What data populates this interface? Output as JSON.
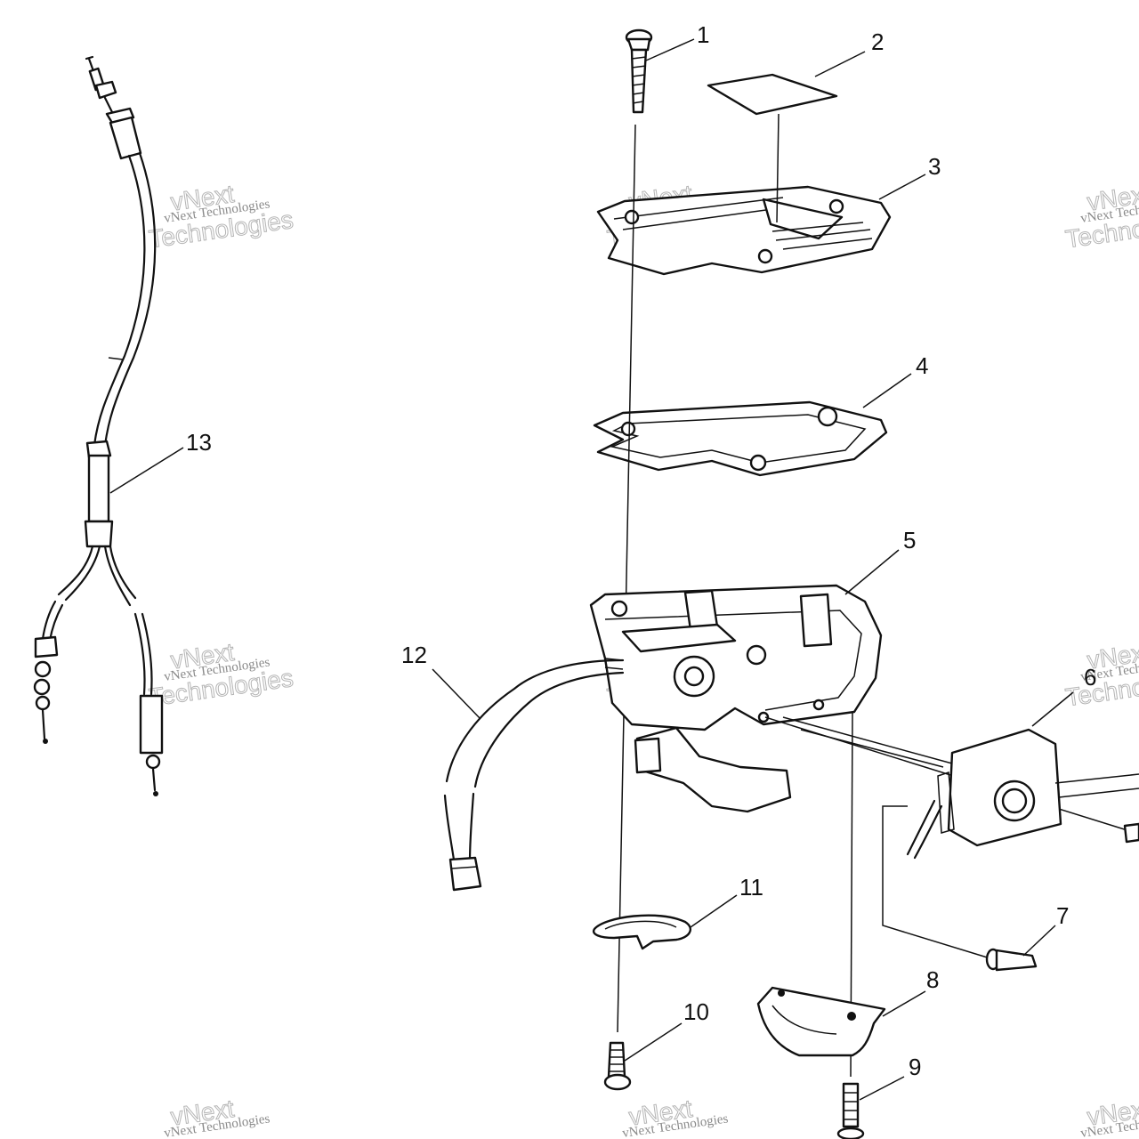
{
  "callouts": [
    {
      "id": "1",
      "text": "1"
    },
    {
      "id": "2",
      "text": "2"
    },
    {
      "id": "3",
      "text": "3"
    },
    {
      "id": "4",
      "text": "4"
    },
    {
      "id": "5",
      "text": "5"
    },
    {
      "id": "6",
      "text": "6"
    },
    {
      "id": "7",
      "text": "7"
    },
    {
      "id": "8",
      "text": "8"
    },
    {
      "id": "9",
      "text": "9"
    },
    {
      "id": "10",
      "text": "10"
    },
    {
      "id": "11",
      "text": "11"
    },
    {
      "id": "12",
      "text": "12"
    },
    {
      "id": "13",
      "text": "13"
    }
  ],
  "watermark": {
    "line1": "vNext Technologies",
    "brand": "vNext",
    "company": "Technologies"
  },
  "colors": {
    "ink": "#111111",
    "watermark": "#8a8a8a",
    "background": "#ffffff"
  }
}
